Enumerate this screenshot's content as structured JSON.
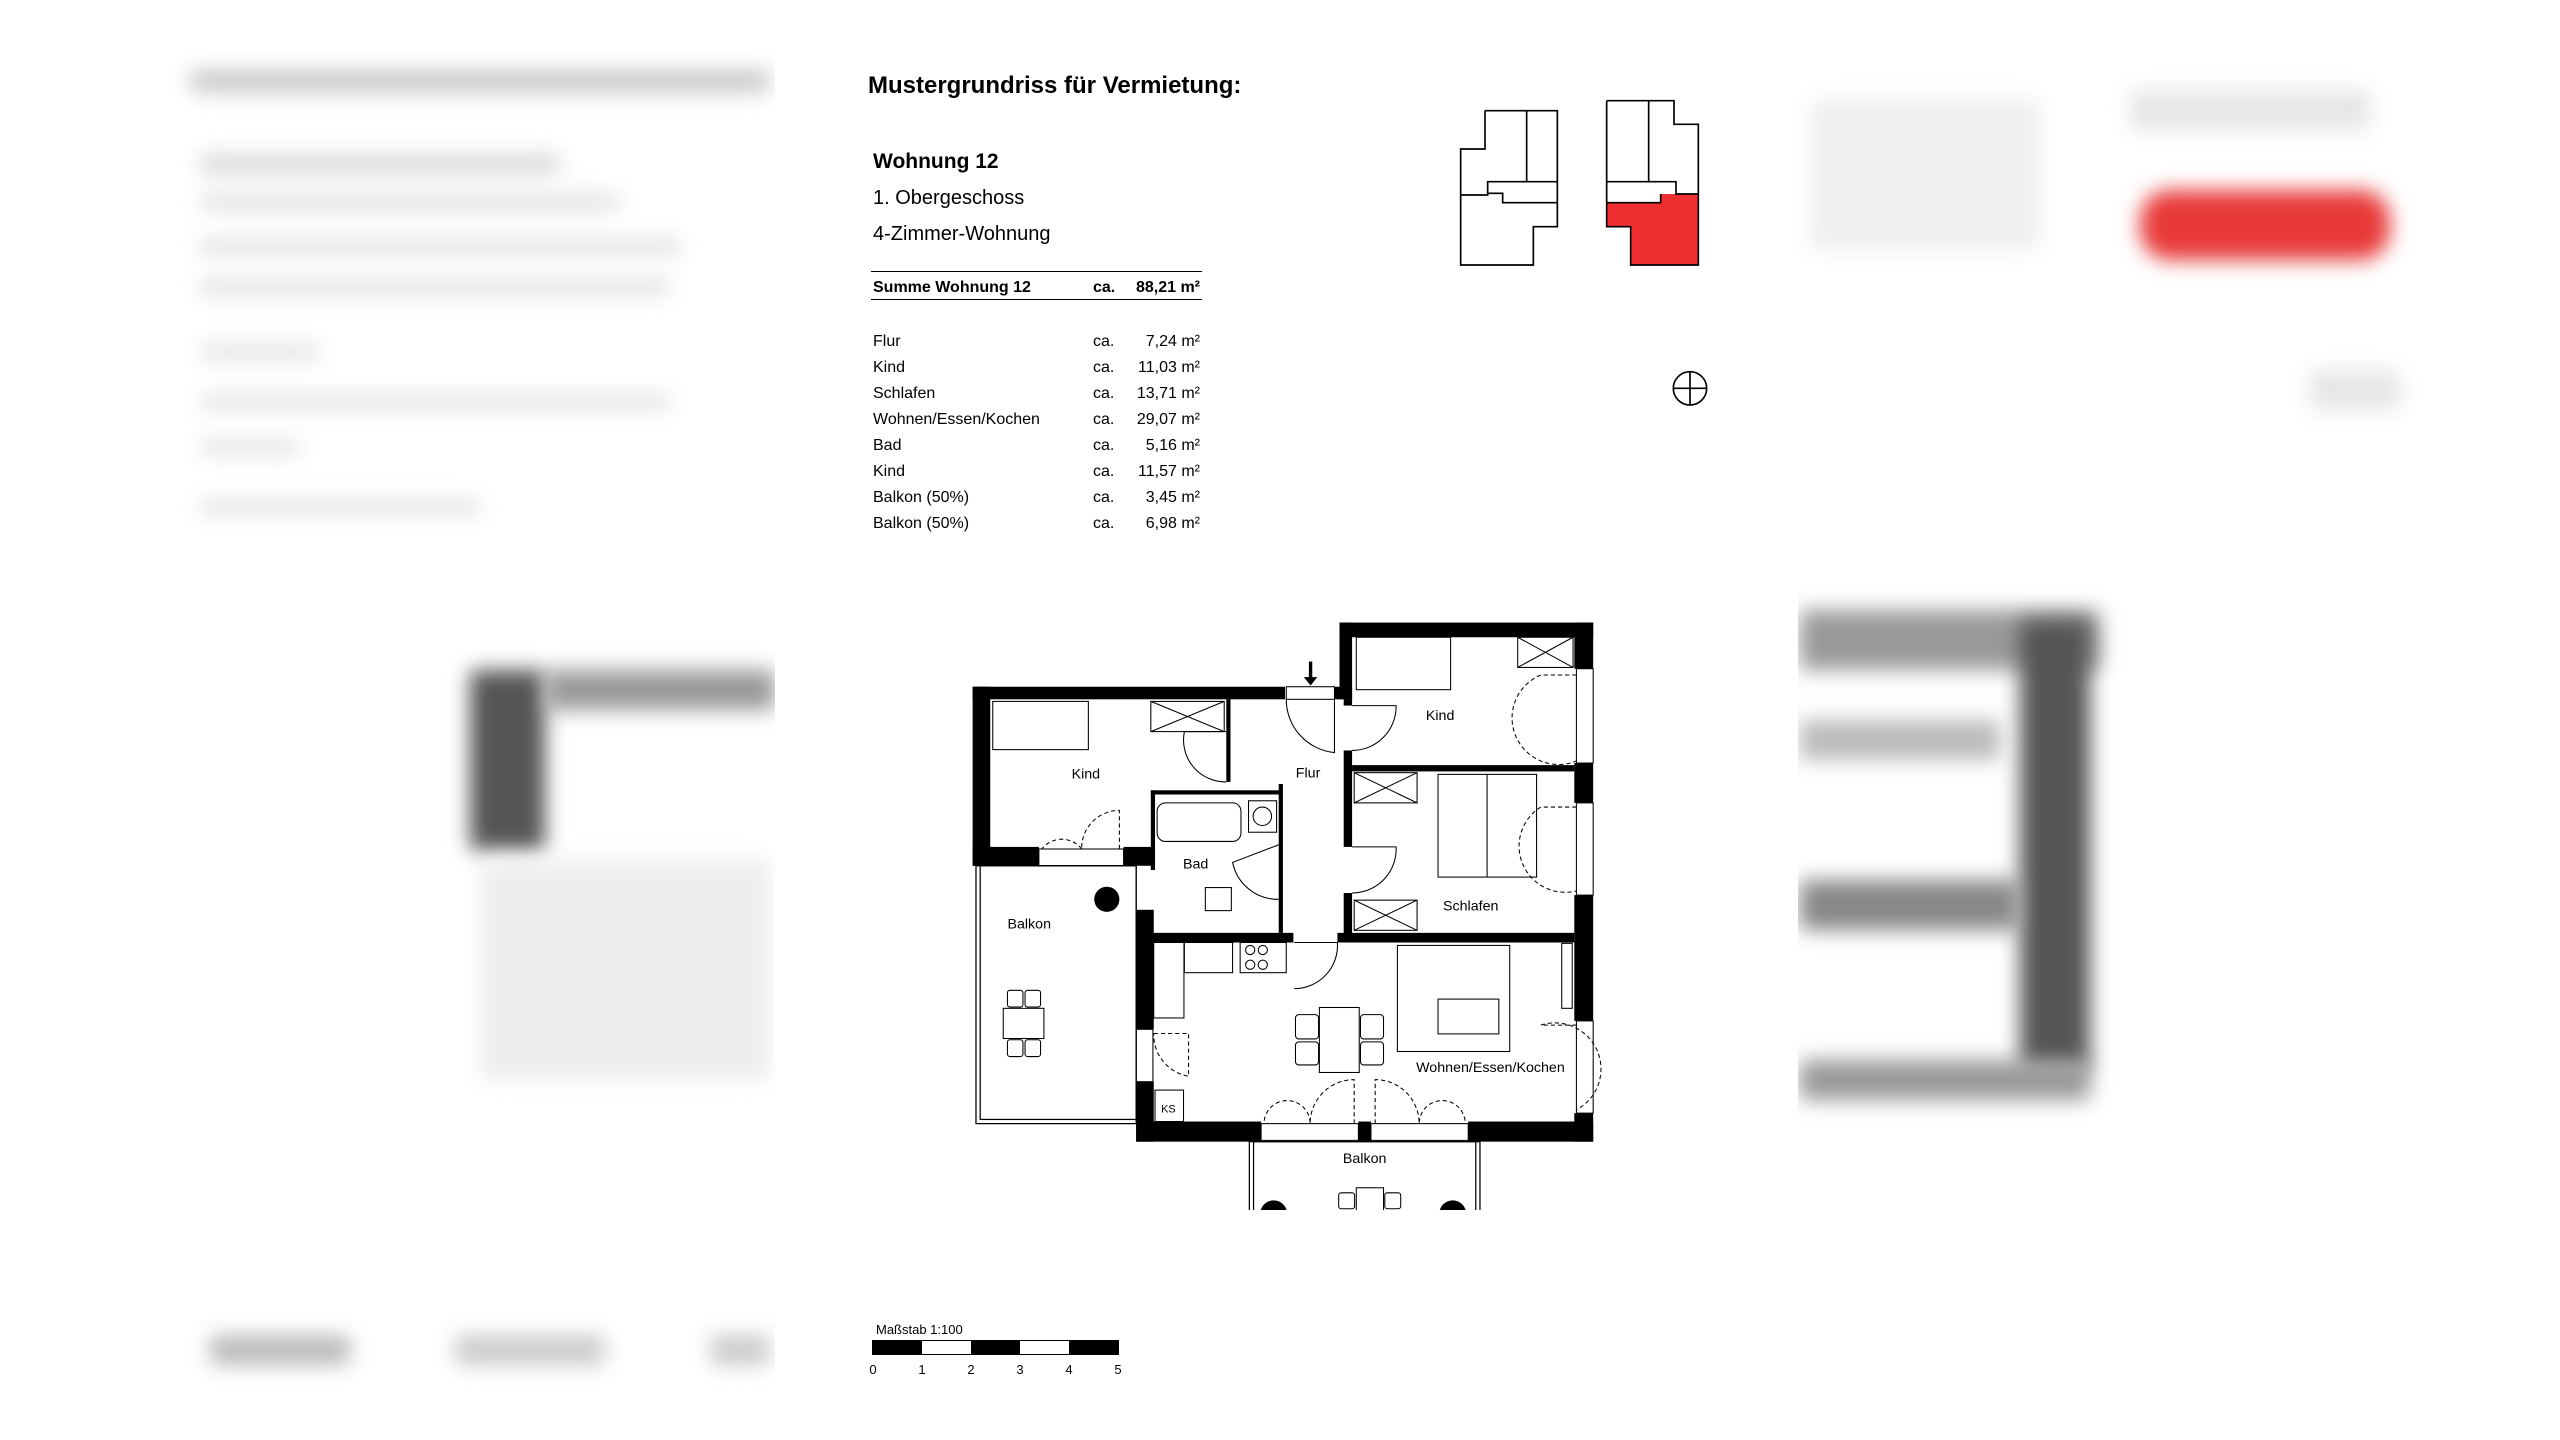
{
  "title": "Mustergrundriss für Vermietung:",
  "apartment": {
    "name": "Wohnung 12",
    "floor": "1. Obergeschoss",
    "type": "4-Zimmer-Wohnung"
  },
  "summary": {
    "label": "Summe Wohnung 12",
    "ca": "ca.",
    "value": "88,21 m²"
  },
  "rooms": [
    {
      "name": "Flur",
      "ca": "ca.",
      "area": "7,24 m²"
    },
    {
      "name": "Kind",
      "ca": "ca.",
      "area": "11,03 m²"
    },
    {
      "name": "Schlafen",
      "ca": "ca.",
      "area": "13,71 m²"
    },
    {
      "name": "Wohnen/Essen/Kochen",
      "ca": "ca.",
      "area": "29,07 m²"
    },
    {
      "name": "Bad",
      "ca": "ca.",
      "area": "5,16 m²"
    },
    {
      "name": "Kind",
      "ca": "ca.",
      "area": "11,57 m²"
    },
    {
      "name": "Balkon (50%)",
      "ca": "ca.",
      "area": "3,45 m²"
    },
    {
      "name": "Balkon (50%)",
      "ca": "ca.",
      "area": "6,98 m²"
    }
  ],
  "plan_labels": {
    "kind_left": "Kind",
    "flur": "Flur",
    "kind_right": "Kind",
    "bad": "Bad",
    "schlafen": "Schlafen",
    "balkon_left": "Balkon",
    "wohnen": "Wohnen/Essen/Kochen",
    "ks": "KS",
    "balkon_bottom": "Balkon"
  },
  "key_plan": {
    "highlight_color": "#f03030",
    "icon": "north-crosshair-icon"
  },
  "scale": {
    "label": "Maßstab 1:100",
    "ticks": [
      "0",
      "1",
      "2",
      "3",
      "4",
      "5"
    ]
  }
}
